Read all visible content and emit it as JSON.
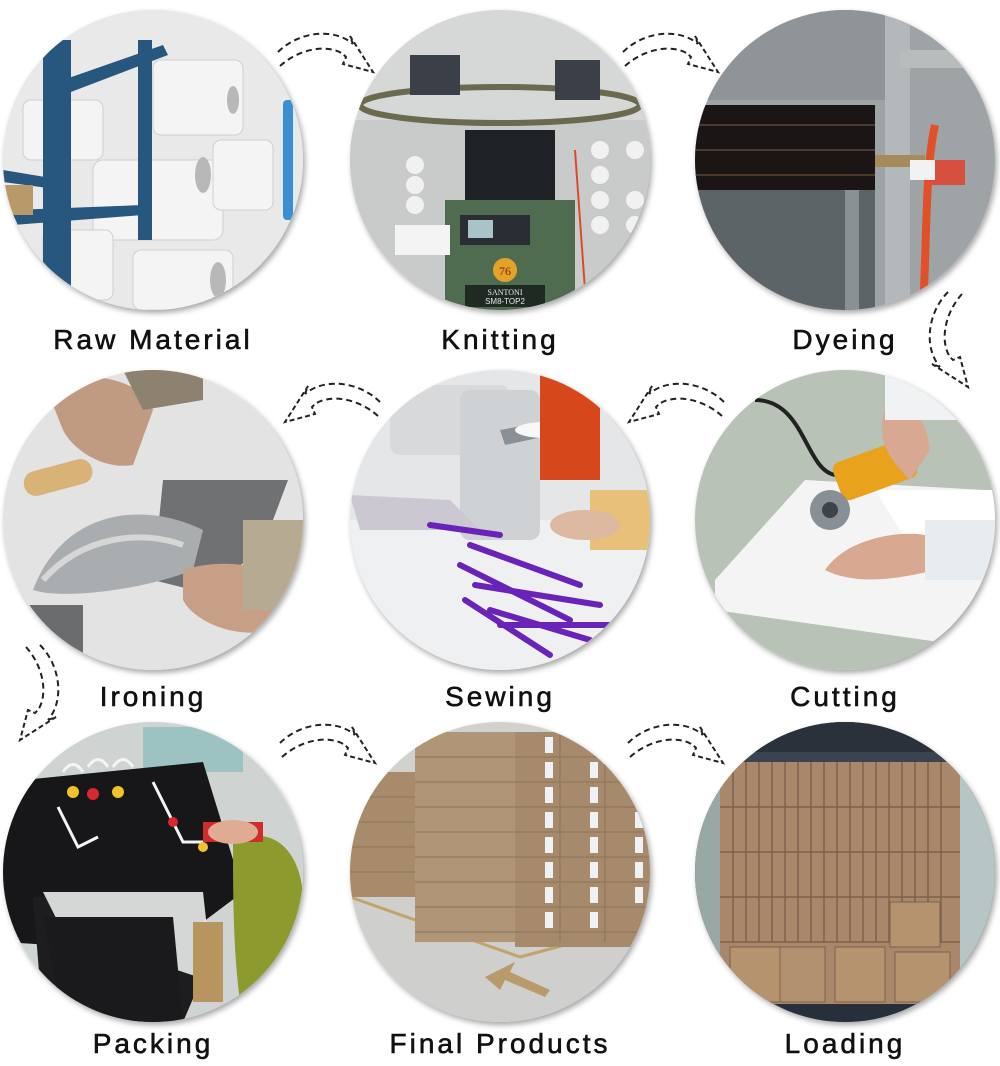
{
  "diagram": {
    "type": "process-flow",
    "layout": "3x3 serpentine grid of circular photos with dashed curved arrows",
    "steps": [
      {
        "order": 1,
        "label": "Raw Material",
        "scene": "white yarn cones on blue rack"
      },
      {
        "order": 2,
        "label": "Knitting",
        "scene": "green SANTONI circular knitting machine",
        "machine_text": "SANTONI",
        "machine_model": "SM8-TOP2",
        "badge": "76"
      },
      {
        "order": 3,
        "label": "Dyeing",
        "scene": "stainless steel dyeing drum with orange hose"
      },
      {
        "order": 4,
        "label": "Cutting",
        "scene": "hand cutter on white fabric"
      },
      {
        "order": 5,
        "label": "Sewing",
        "scene": "sewing machine with purple straps"
      },
      {
        "order": 6,
        "label": "Ironing",
        "scene": "steam iron on grey fabric"
      },
      {
        "order": 7,
        "label": "Packing",
        "scene": "black garments on hangers"
      },
      {
        "order": 8,
        "label": "Final Products",
        "scene": "stacked cardboard boxes in warehouse"
      },
      {
        "order": 9,
        "label": "Loading",
        "scene": "boxes loaded in shipping container"
      }
    ],
    "arrows": [
      {
        "from": "Raw Material",
        "to": "Knitting",
        "direction": "right"
      },
      {
        "from": "Knitting",
        "to": "Dyeing",
        "direction": "right"
      },
      {
        "from": "Dyeing",
        "to": "Cutting",
        "direction": "down"
      },
      {
        "from": "Cutting",
        "to": "Sewing",
        "direction": "left"
      },
      {
        "from": "Sewing",
        "to": "Ironing",
        "direction": "left"
      },
      {
        "from": "Ironing",
        "to": "Packing",
        "direction": "down"
      },
      {
        "from": "Packing",
        "to": "Final Products",
        "direction": "right"
      },
      {
        "from": "Final Products",
        "to": "Loading",
        "direction": "right"
      }
    ],
    "colors": {
      "background": "#ffffff",
      "label_text": "#111111",
      "arrow_stroke": "#222222"
    }
  }
}
